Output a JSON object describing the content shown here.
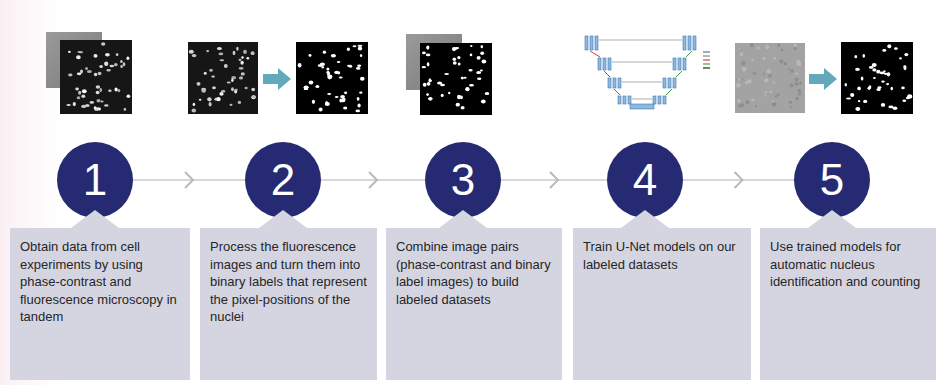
{
  "diagram": {
    "nodes": [
      {
        "text": [
          "1"
        ]
      },
      {
        "text": [
          "2"
        ]
      },
      {
        "text": [
          "3"
        ]
      },
      {
        "text": [
          "4"
        ]
      },
      {
        "text": [
          "5"
        ]
      },
      {
        "text": [
          "Obtain data from cell experiments by using phase-contrast and fluorescence microscopy in tandem"
        ]
      },
      {
        "text": [
          "Process the fluorescence images and turn them into binary labels that represent the pixel-positions of the nuclei"
        ]
      },
      {
        "text": [
          "Combine image pairs (phase-contrast and binary label images) to build labeled datasets"
        ]
      },
      {
        "text": [
          "Train U-Net models on our labeled datasets"
        ]
      },
      {
        "text": [
          "Use trained models for automatic nucleus identification and counting"
        ]
      }
    ],
    "edges": [
      {
        "from": 0,
        "to": 1,
        "arrow": "to"
      },
      {
        "from": 1,
        "to": 2,
        "arrow": "to"
      },
      {
        "from": 2,
        "to": 3,
        "arrow": "to"
      },
      {
        "from": 3,
        "to": 4,
        "arrow": "to"
      }
    ]
  }
}
